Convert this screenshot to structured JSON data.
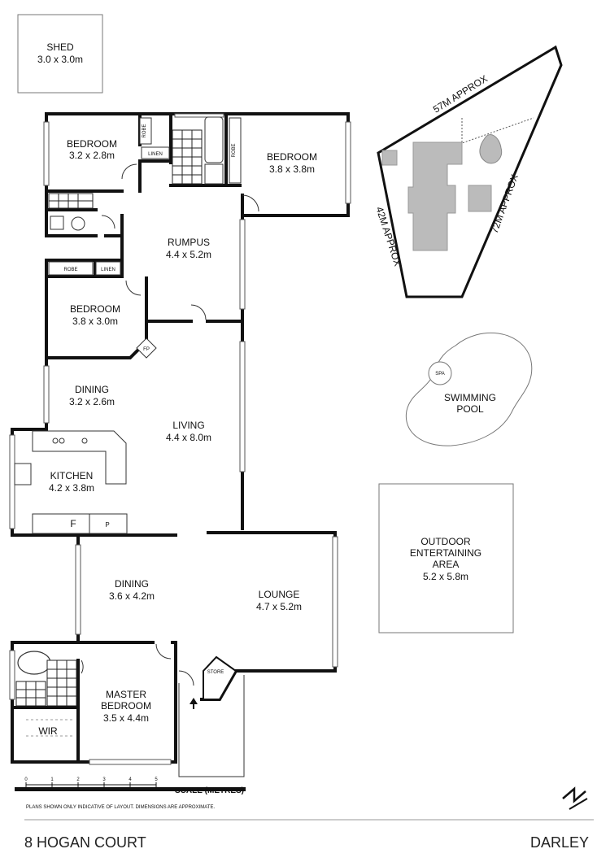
{
  "rooms": {
    "shed": {
      "name": "SHED",
      "size": "3.0 x 3.0m"
    },
    "bedroom1": {
      "name": "BEDROOM",
      "size": "3.2 x 2.8m"
    },
    "bedroom2": {
      "name": "BEDROOM",
      "size": "3.8 x 3.8m"
    },
    "rumpus": {
      "name": "RUMPUS",
      "size": "4.4 x 5.2m"
    },
    "bedroom3": {
      "name": "BEDROOM",
      "size": "3.8 x 3.0m"
    },
    "dining1": {
      "name": "DINING",
      "size": "3.2 x 2.6m"
    },
    "living": {
      "name": "LIVING",
      "size": "4.4 x 8.0m"
    },
    "kitchen": {
      "name": "KITCHEN",
      "size": "4.2 x 3.8m"
    },
    "dining2": {
      "name": "DINING",
      "size": "3.6 x 4.2m"
    },
    "lounge": {
      "name": "LOUNGE",
      "size": "4.7 x 5.2m"
    },
    "master": {
      "name_line1": "MASTER",
      "name_line2": "BEDROOM",
      "size": "3.5 x 4.4m"
    },
    "wir": {
      "name": "WIR"
    },
    "pool": {
      "name_line1": "SWIMMING",
      "name_line2": "POOL",
      "spa": "SPA"
    },
    "outdoor": {
      "line1": "OUTDOOR",
      "line2": "ENTERTAINING",
      "line3": "AREA",
      "size": "5.2 x 5.8m"
    }
  },
  "fixtures": {
    "robe": "ROBE",
    "linen": "LINEN",
    "fp": "FP",
    "fridge": "F",
    "pantry": "P",
    "store": "STORE"
  },
  "site": {
    "side_top": "57M APPROX",
    "side_left": "42M APPROX",
    "side_right": "72M APPROX"
  },
  "scale": {
    "ticks": [
      "0",
      "1",
      "2",
      "3",
      "4",
      "5"
    ],
    "label": "SCALE (METRES)",
    "disclaimer": "PLANS SHOWN ONLY INDICATIVE OF LAYOUT. DIMENSIONS ARE APPROXIMATE."
  },
  "footer": {
    "address": "8 HOGAN COURT",
    "suburb": "DARLEY"
  }
}
